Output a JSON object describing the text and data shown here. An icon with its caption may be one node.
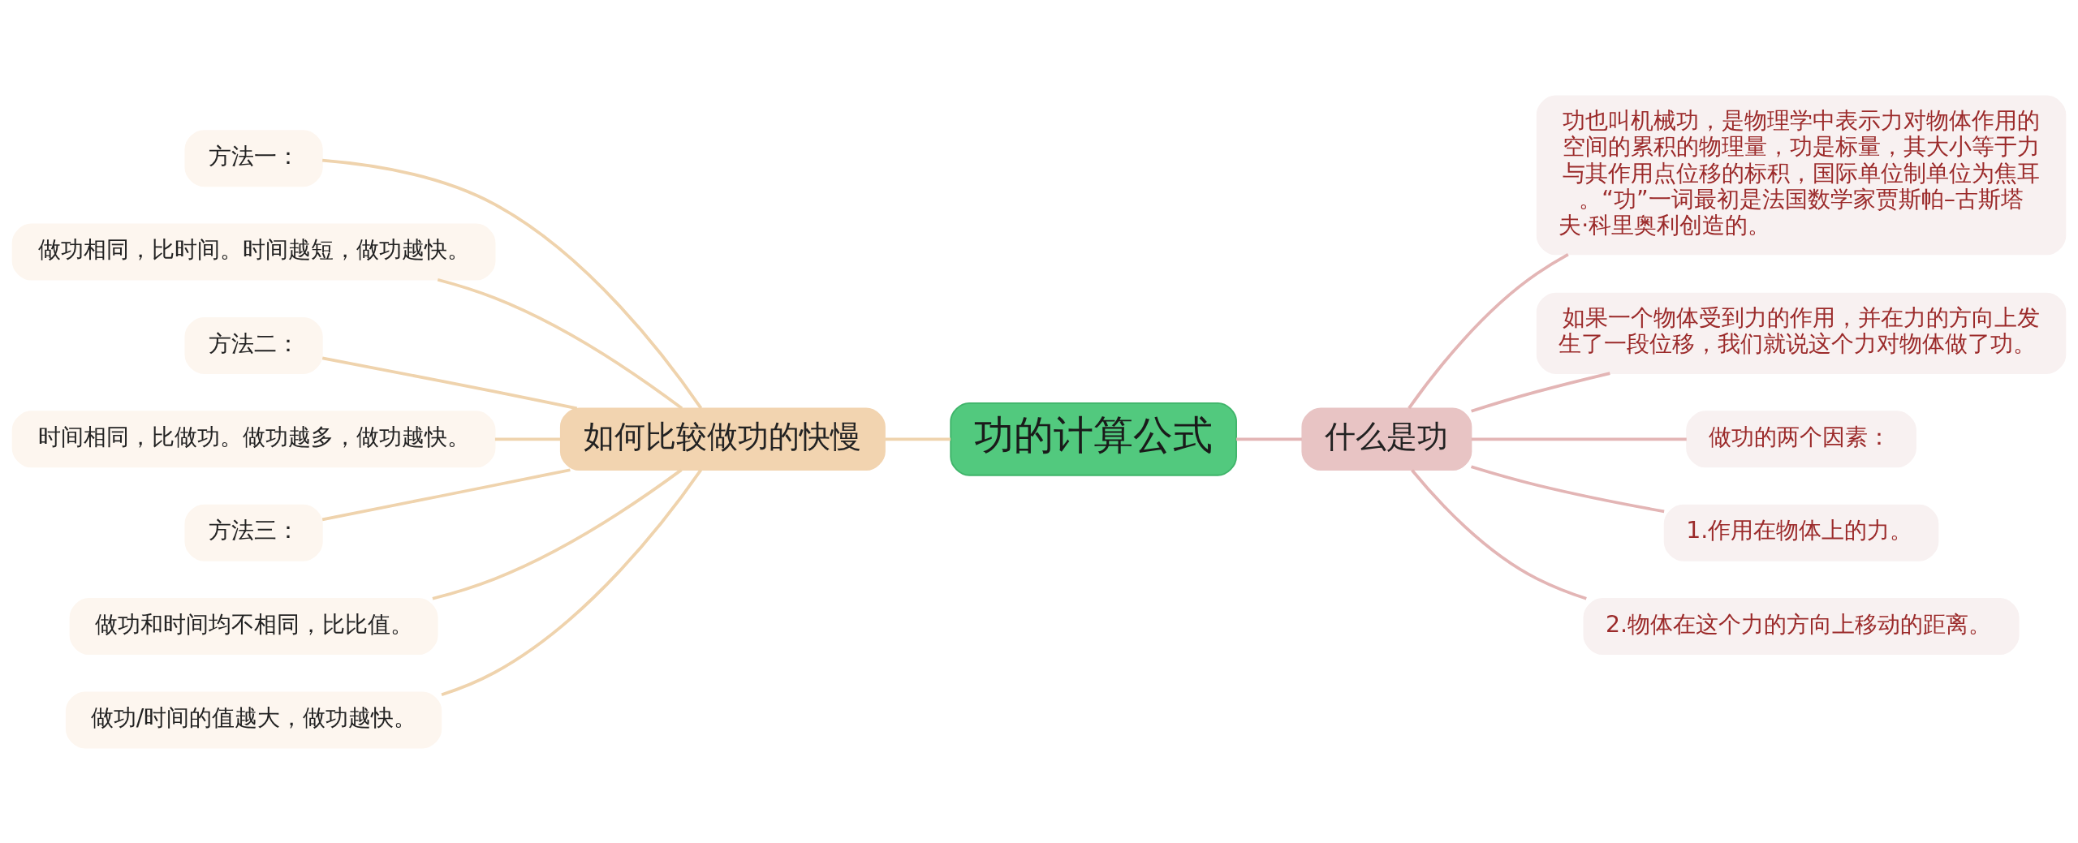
{
  "diagram": {
    "nodes": [
      {
        "text": [
          "功的计算公式"
        ]
      },
      {
        "text": [
          "如何比较做功的快慢"
        ]
      },
      {
        "text": [
          "方法一："
        ]
      },
      {
        "text": [
          "做功相同，比时间。时间越短，做功越快。"
        ]
      },
      {
        "text": [
          "方法二："
        ]
      },
      {
        "text": [
          "时间相同，比做功。做功越多，做功越快。"
        ]
      },
      {
        "text": [
          "方法三："
        ]
      },
      {
        "text": [
          "做功和时间均不相同，比比值。"
        ]
      },
      {
        "text": [
          "做功/时间的值越大，做功越快。"
        ]
      },
      {
        "text": [
          "什么是功"
        ]
      },
      {
        "text": [
          "功也叫机械功，是物理学中表示力对物体作用的空间的累积的物理量，功是标量，其大小等于力与其作用点位移的标积，国际单位制单位为焦耳。“功”一词最初是法国数学家贾斯帕–古斯塔夫·科里奥利创造的。"
        ]
      },
      {
        "text": [
          "如果一个物体受到力的作用，并在力的方向上发生了一段位移，我们就说这个力对物体做了功。"
        ]
      },
      {
        "text": [
          "做功的两个因素："
        ]
      },
      {
        "text": [
          "1.作用在物体上的力。"
        ]
      },
      {
        "text": [
          "2.物体在这个力的方向上移动的距离。"
        ]
      }
    ],
    "edges": [
      {
        "from": 0,
        "to": 1,
        "arrow": "none"
      },
      {
        "from": 1,
        "to": 2,
        "arrow": "none"
      },
      {
        "from": 1,
        "to": 3,
        "arrow": "none"
      },
      {
        "from": 1,
        "to": 4,
        "arrow": "none"
      },
      {
        "from": 1,
        "to": 5,
        "arrow": "none"
      },
      {
        "from": 1,
        "to": 6,
        "arrow": "none"
      },
      {
        "from": 1,
        "to": 7,
        "arrow": "none"
      },
      {
        "from": 1,
        "to": 8,
        "arrow": "none"
      },
      {
        "from": 0,
        "to": 9,
        "arrow": "none",
        "color": "#e3b5b5"
      },
      {
        "from": 9,
        "to": 10,
        "arrow": "none",
        "color": "#e3b5b5"
      },
      {
        "from": 9,
        "to": 11,
        "arrow": "none",
        "color": "#e3b5b5"
      },
      {
        "from": 9,
        "to": 12,
        "arrow": "none",
        "color": "#e3b5b5"
      },
      {
        "from": 9,
        "to": 13,
        "arrow": "none",
        "color": "#e3b5b5"
      },
      {
        "from": 9,
        "to": 14,
        "arrow": "none",
        "color": "#e3b5b5"
      }
    ]
  }
}
